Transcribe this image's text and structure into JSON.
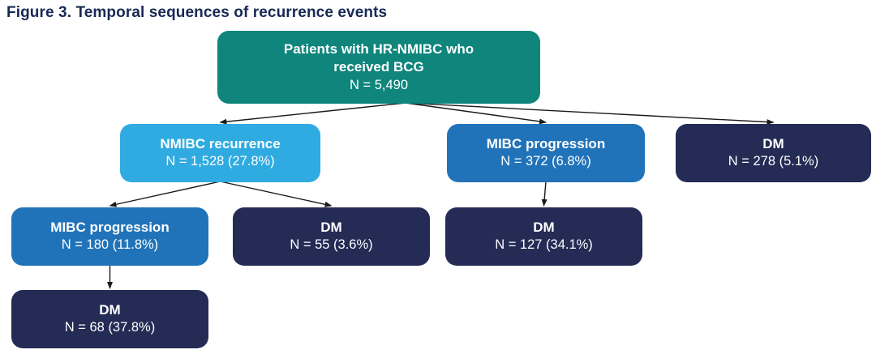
{
  "title": "Figure 3. Temporal sequences of recurrence events",
  "colors": {
    "title_text": "#172A54",
    "teal": "#0F857C",
    "light_blue": "#2FABE1",
    "medium_blue": "#2173B9",
    "navy": "#242B55",
    "node_text": "#FFFFFF",
    "arrow": "#1A1A1A"
  },
  "nodes": [
    {
      "id": "root",
      "label_lines": [
        "Patients with HR-NMIBC who",
        "received BCG"
      ],
      "value": "N = 5,490",
      "color_key": "teal"
    },
    {
      "id": "nmibc",
      "label_lines": [
        "NMIBC recurrence"
      ],
      "value": "N = 1,528 (27.8%)",
      "color_key": "light_blue"
    },
    {
      "id": "mibc372",
      "label_lines": [
        "MIBC progression"
      ],
      "value": "N = 372 (6.8%)",
      "color_key": "medium_blue"
    },
    {
      "id": "dm278",
      "label_lines": [
        "DM"
      ],
      "value": "N = 278 (5.1%)",
      "color_key": "navy"
    },
    {
      "id": "mibc180",
      "label_lines": [
        "MIBC progression"
      ],
      "value": "N = 180 (11.8%)",
      "color_key": "medium_blue"
    },
    {
      "id": "dm55",
      "label_lines": [
        "DM"
      ],
      "value": "N = 55 (3.6%)",
      "color_key": "navy"
    },
    {
      "id": "dm127",
      "label_lines": [
        "DM"
      ],
      "value": "N = 127 (34.1%)",
      "color_key": "navy"
    },
    {
      "id": "dm68",
      "label_lines": [
        "DM"
      ],
      "value": "N = 68 (37.8%)",
      "color_key": "navy"
    }
  ],
  "edges": [
    {
      "from": "root",
      "to": "nmibc"
    },
    {
      "from": "root",
      "to": "mibc372"
    },
    {
      "from": "root",
      "to": "dm278"
    },
    {
      "from": "nmibc",
      "to": "mibc180"
    },
    {
      "from": "nmibc",
      "to": "dm55"
    },
    {
      "from": "mibc372",
      "to": "dm127"
    },
    {
      "from": "mibc180",
      "to": "dm68"
    }
  ]
}
